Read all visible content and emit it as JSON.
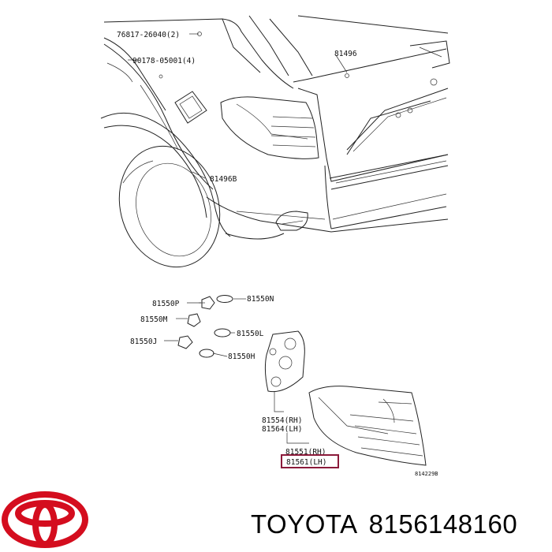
{
  "diagram": {
    "callouts": [
      {
        "id": "c1",
        "text": "76817-26040(2)"
      },
      {
        "id": "c2",
        "text": "90178-05001(4)"
      },
      {
        "id": "c3",
        "text": "81496"
      },
      {
        "id": "c4",
        "text": "81496B"
      },
      {
        "id": "c5",
        "text": "81550P"
      },
      {
        "id": "c6",
        "text": "81550N"
      },
      {
        "id": "c7",
        "text": "81550M"
      },
      {
        "id": "c8",
        "text": "81550J"
      },
      {
        "id": "c9",
        "text": "81550L"
      },
      {
        "id": "c10",
        "text": "81550H"
      },
      {
        "id": "c11",
        "text": "81554(RH)"
      },
      {
        "id": "c12",
        "text": "81564(LH)"
      },
      {
        "id": "c13",
        "text": "81551(RH)"
      },
      {
        "id": "c14",
        "text": "81561(LH)"
      }
    ],
    "figure_code": "814229B",
    "highlight_color": "#8b1a3a"
  },
  "footer": {
    "brand": "TOYOTA",
    "part_number": "8156148160",
    "logo_color": "#d40d1e"
  }
}
